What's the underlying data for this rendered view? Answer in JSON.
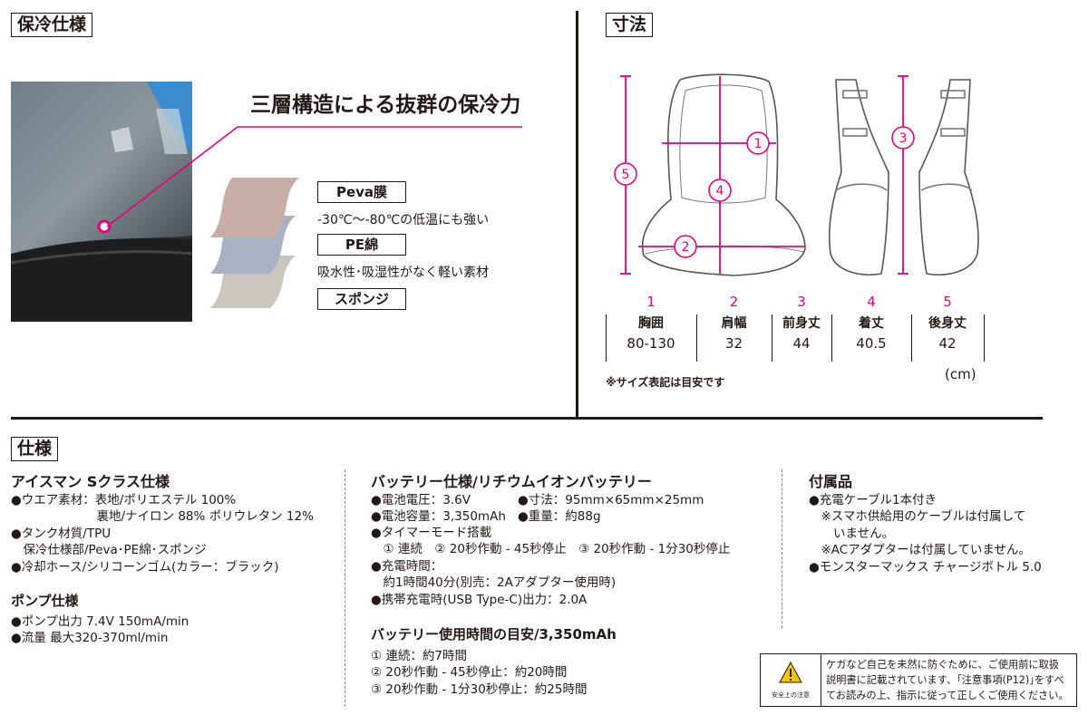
{
  "cooling": {
    "section_label": "保冷仕様",
    "headline": "三層構造による抜群の保冷力",
    "layers": [
      {
        "label": "Peva膜",
        "desc": "-30℃〜-80℃の低温にも強い",
        "color": "#c9aea7"
      },
      {
        "label": "PE綿",
        "desc": "吸水性･吸湿性がなく軽い素材",
        "color": "#a9b2c5"
      },
      {
        "label": "スポンジ",
        "desc": "",
        "color": "#c9c7bd"
      }
    ]
  },
  "dimensions": {
    "section_label": "寸法",
    "columns": [
      {
        "num": "1",
        "name": "胸囲",
        "value": "80-130"
      },
      {
        "num": "2",
        "name": "肩幅",
        "value": "32"
      },
      {
        "num": "3",
        "name": "前身丈",
        "value": "44"
      },
      {
        "num": "4",
        "name": "着丈",
        "value": "40.5"
      },
      {
        "num": "5",
        "name": "後身丈",
        "value": "42"
      }
    ],
    "unit": "(cm)",
    "note": "※サイズ表記は目安です",
    "marker_labels": [
      "1",
      "2",
      "3",
      "4",
      "5"
    ]
  },
  "specs": {
    "section_label": "仕様",
    "col1": {
      "title": "アイスマン Sクラス仕様",
      "lines": [
        "●ウエア素材：表地/ポリエステル 100%",
        "　　　　　　　裏地/ナイロン 88% ポリウレタン 12%",
        "●タンク材質/TPU",
        "　保冷仕様部/Peva･PE綿･スポンジ",
        "●冷却ホース/シリコーンゴム(カラー：ブラック)"
      ],
      "pump_title": "ポンプ仕様",
      "pump_lines": [
        "●ポンプ出力 7.4V 150mA/min",
        "●流量 最大320-370ml/min"
      ]
    },
    "col2": {
      "title": "バッテリー仕様/リチウムイオンバッテリー",
      "row1_a": "●電池電圧：3.6V",
      "row1_b": "●寸法：95mm×65mm×25mm",
      "row2_a": "●電池容量：3,350mAh",
      "row2_b": "●重量：約88g",
      "lines": [
        "●タイマーモード搭載",
        "　① 連続　② 20秒作動 - 45秒停止　③ 20秒作動 - 1分30秒停止",
        "●充電時間：",
        "　約1時間40分(別売：2Aアダプター使用時)",
        "●携帯充電時(USB Type-C)出力：2.0A"
      ],
      "usage_title": "バッテリー使用時間の目安/3,350mAh",
      "usage_lines": [
        "① 連続：約7時間",
        "② 20秒作動 - 45秒停止：約20時間",
        "③ 20秒作動 - 1分30秒停止：約25時間"
      ]
    },
    "col3": {
      "title": "付属品",
      "lines": [
        "●充電ケーブル1本付き",
        "　※スマホ供給用のケーブルは付属して",
        "　　いません。",
        "　※ACアダプターは付属していません。",
        "●モンスターマックス チャージボトル 5.0"
      ]
    }
  },
  "warning": {
    "icon_caption": "安全上の注意",
    "lines": [
      "ケガなど自己を未然に防ぐために、ご使用前に取扱",
      "説明書に記載されています、｢注意事項(P12)｣をすべ",
      "てお読みの上、指示に従って正しくご使用ください。"
    ]
  },
  "colors": {
    "accent": "#e4007f",
    "text": "#231815",
    "warning_yellow": "#f5c400"
  }
}
